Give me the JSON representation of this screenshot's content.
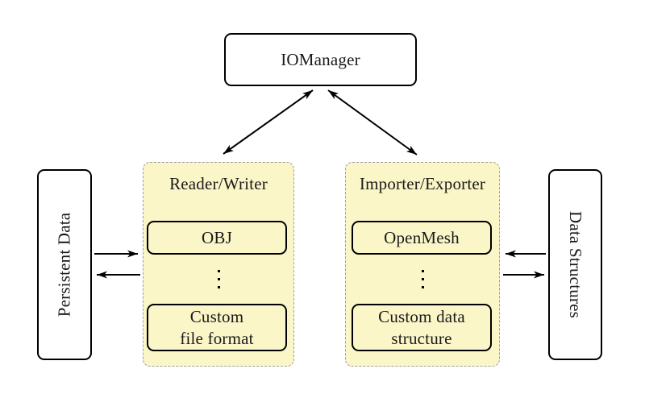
{
  "diagram": {
    "nodes": {
      "io_manager": {
        "label": "IOManager"
      },
      "persistent_data": {
        "label": "Persistent Data"
      },
      "data_structures": {
        "label": "Data Structures"
      },
      "reader_writer": {
        "title": "Reader/Writer",
        "items": [
          "OBJ",
          "Custom\nfile format"
        ]
      },
      "importer_exporter": {
        "title": "Importer/Exporter",
        "items": [
          "OpenMesh",
          "Custom data\nstructure"
        ]
      }
    },
    "connections": [
      {
        "from": "IOManager",
        "to": "Reader/Writer",
        "type": "double-headed-arrow"
      },
      {
        "from": "IOManager",
        "to": "Importer/Exporter",
        "type": "double-headed-arrow"
      },
      {
        "from": "Persistent Data",
        "to": "Reader/Writer",
        "type": "arrow-right"
      },
      {
        "from": "Reader/Writer",
        "to": "Persistent Data",
        "type": "arrow-left"
      },
      {
        "from": "Data Structures",
        "to": "Importer/Exporter",
        "type": "arrow-left"
      },
      {
        "from": "Importer/Exporter",
        "to": "Data Structures",
        "type": "arrow-right"
      }
    ],
    "icons": {
      "vertical_ellipsis": "⋮"
    },
    "colors": {
      "panel_fill": "#FBF6C8",
      "panel_border": "#9E9E9E",
      "node_fill": "#FFFFFF",
      "line": "#000000",
      "background": "#FFFFFF"
    }
  }
}
